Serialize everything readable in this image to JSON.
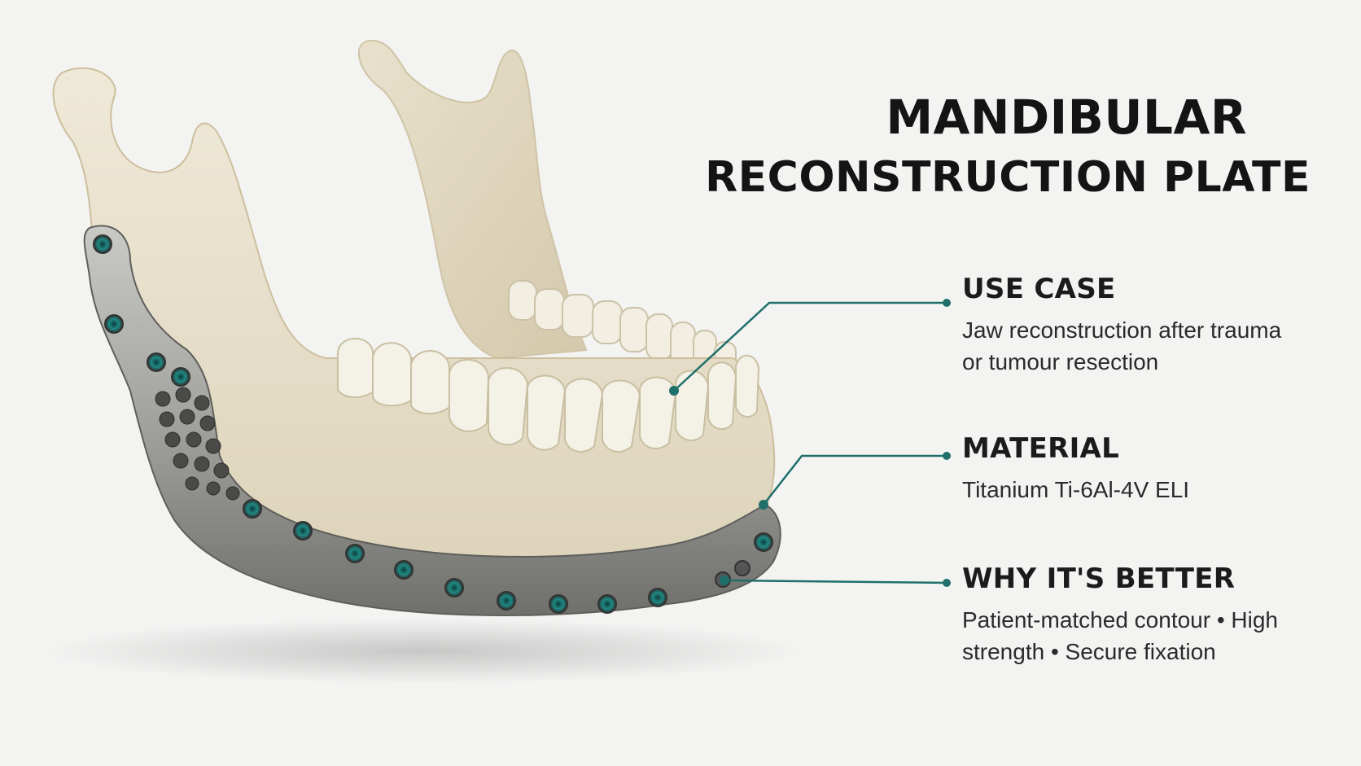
{
  "title": {
    "line1": "MANDIBULAR",
    "line2": "RECONSTRUCTION PLATE"
  },
  "callouts": [
    {
      "heading": "USE CASE",
      "text": "Jaw reconstruction after trauma or tumour resection"
    },
    {
      "heading": "MATERIAL",
      "text": "Titanium Ti-6Al-4V ELI"
    },
    {
      "heading": "WHY IT'S BETTER",
      "text": "Patient-matched contour • High strength • Secure fixation"
    }
  ],
  "colors": {
    "background": "#f3f3f2",
    "bone": "#e9e2cf",
    "titanium": "#9c9c98",
    "screw_accent": "#1f8a85",
    "leader_line": "#1f6f6b",
    "text": "#141414"
  }
}
